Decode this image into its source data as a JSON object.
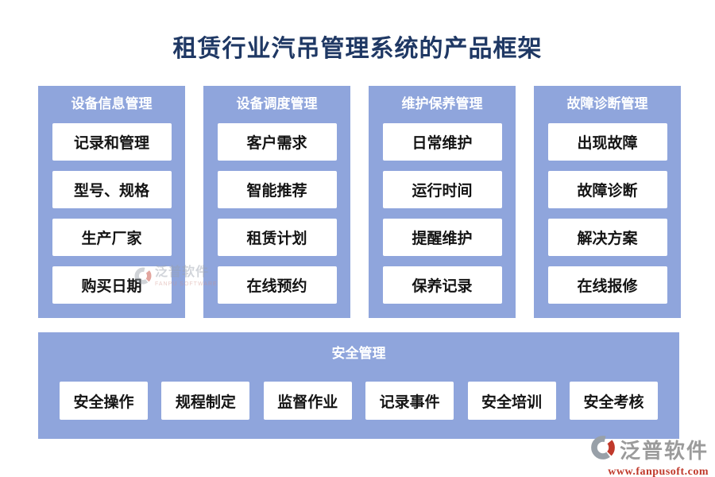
{
  "title": "租赁行业汽吊管理系统的产品框架",
  "colors": {
    "panel_blue": "#8FA5DC",
    "title_navy": "#1F3864",
    "box_text": "#141414",
    "logo_gray": "#9B9B9B",
    "logo_red": "#C0392B"
  },
  "columns": [
    {
      "header": "设备信息管理",
      "items": [
        "记录和管理",
        "型号、规格",
        "生产厂家",
        "购买日期"
      ]
    },
    {
      "header": "设备调度管理",
      "items": [
        "客户需求",
        "智能推荐",
        "租赁计划",
        "在线预约"
      ]
    },
    {
      "header": "维护保养管理",
      "items": [
        "日常维护",
        "运行时间",
        "提醒维护",
        "保养记录"
      ]
    },
    {
      "header": "故障诊断管理",
      "items": [
        "出现故障",
        "故障诊断",
        "解决方案",
        "在线报修"
      ]
    }
  ],
  "safety": {
    "header": "安全管理",
    "items": [
      "安全操作",
      "规程制定",
      "监督作业",
      "记录事件",
      "安全培训",
      "安全考核"
    ]
  },
  "watermark": {
    "name": "泛普软件",
    "subtext": "FANPU SOFTWARE"
  },
  "logo": {
    "name": "泛普软件",
    "url": "www.fanpusoft.com"
  }
}
